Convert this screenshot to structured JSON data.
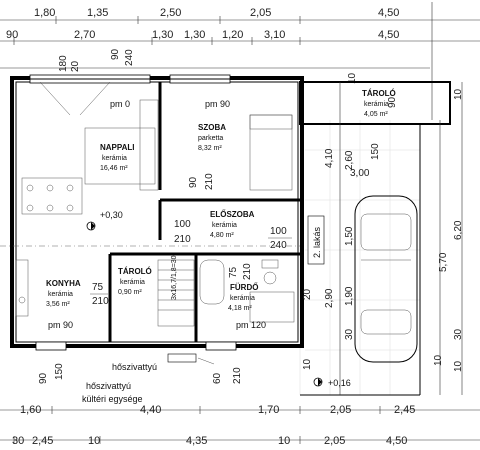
{
  "dims_top_row1": [
    "1,80",
    "1,35",
    "2,50",
    "2,05",
    "4,50"
  ],
  "dims_top_row2": [
    "90",
    "2,70",
    "1,30",
    "1,30",
    "1,20",
    "3,10",
    "4,50"
  ],
  "dims_bottom_row1": [
    "1,60",
    "4,40",
    "1,70",
    "2,05",
    "2,45"
  ],
  "dims_bottom_row2": [
    "30",
    "2,45",
    "10",
    "4,35",
    "10",
    "2,05",
    "4,50"
  ],
  "dims_right": [
    "6,20",
    "5,70",
    "10",
    "30",
    "10",
    "10"
  ],
  "dims_misc": [
    "180",
    "20",
    "90",
    "240",
    "10",
    "90",
    "150",
    "4,10",
    "2,60",
    "3,00",
    "1,50",
    "1,90",
    "2,90",
    "30",
    "10",
    "10",
    "60",
    "210",
    "90",
    "150",
    "10",
    "20",
    "30",
    "30",
    "10",
    "90"
  ],
  "rooms": {
    "nappali": {
      "name": "NAPPALI",
      "finish": "kerámia",
      "area": "16,46 m²"
    },
    "szoba": {
      "name": "SZOBA",
      "finish": "parketta",
      "area": "8,32 m²"
    },
    "eloszoba": {
      "name": "ELŐSZOBA",
      "finish": "kerámia",
      "area": "4,80 m²"
    },
    "konyha": {
      "name": "KONYHA",
      "finish": "kerámia",
      "area": "3,56 m²"
    },
    "tarolo_in": {
      "name": "TÁROLÓ",
      "finish": "kerámia",
      "area": "0,90 m²"
    },
    "furdo": {
      "name": "FÜRDŐ",
      "finish": "kerámia",
      "area": "4,18 m²"
    },
    "tarolo_out": {
      "name": "TÁROLÓ",
      "finish": "kerámia",
      "area": "4,05 m²"
    }
  },
  "labels": {
    "pm0": "pm 0",
    "pm90_szoba": "pm 90",
    "pm90_konyha": "pm 90",
    "pm120": "pm 120",
    "level_in": "+0,30",
    "level_out": "+0,16",
    "hoszivattyu": "hőszivattyú",
    "hoszivattyu_kulteri_1": "hőszivattyú",
    "hoszivattyu_kulteri_2": "kültéri egysége",
    "lakas": "2. lakás",
    "stair_note": "3x16,7/1,8=30"
  },
  "door_dims": {
    "szoba_a": "90",
    "szoba_b": "210",
    "eloszoba_a": "100",
    "eloszoba_b": "210",
    "eloszoba_c": "100",
    "eloszoba_d": "240",
    "konyha_a": "75",
    "konyha_b": "210",
    "furdo_a": "75",
    "furdo_b": "210",
    "tarolo_a": "150"
  }
}
